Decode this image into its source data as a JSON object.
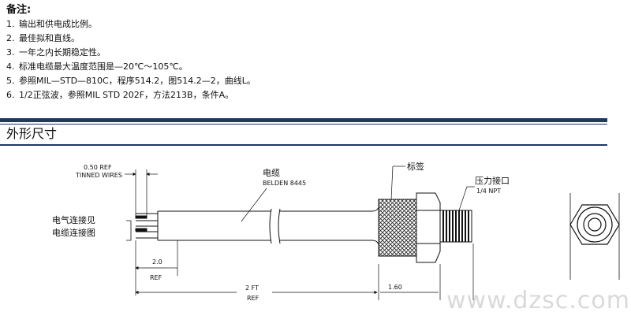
{
  "notes": {
    "title": "备注:",
    "items": [
      {
        "num": "1.",
        "text": "输出和供电成比例。"
      },
      {
        "num": "2.",
        "text": "最佳拟和直线。"
      },
      {
        "num": "3.",
        "text": "一年之内长期稳定性。"
      },
      {
        "num": "4.",
        "text": "标准电缆最大温度范围是—20℃～105℃。"
      },
      {
        "num": "5.",
        "text": "参照MIL—STD—810C，程序514.2，图514.2—2，曲线L。"
      },
      {
        "num": "6.",
        "text": "1/2正弦波，参照MIL STD 202F，方法213B，条件A。"
      }
    ]
  },
  "section": {
    "title": "外形尺寸",
    "color": "#1f3864"
  },
  "drawing": {
    "tinned_line1": "0.50 REF",
    "tinned_line2": "TINNED WIRES",
    "cable_label": "电缆",
    "cable_spec": "BELDEN 8445",
    "label_tag": "标签",
    "port_label": "压力接口",
    "port_spec": "1/4 NPT",
    "connect_line1": "电气连接见",
    "connect_line2": "电缆连接图",
    "dim_20": "2.0",
    "dim_20_ref": "REF",
    "dim_2ft": "2 FT",
    "dim_2ft_ref": "REF",
    "dim_160": "1.60",
    "watermark": "www.dzsc.com"
  }
}
